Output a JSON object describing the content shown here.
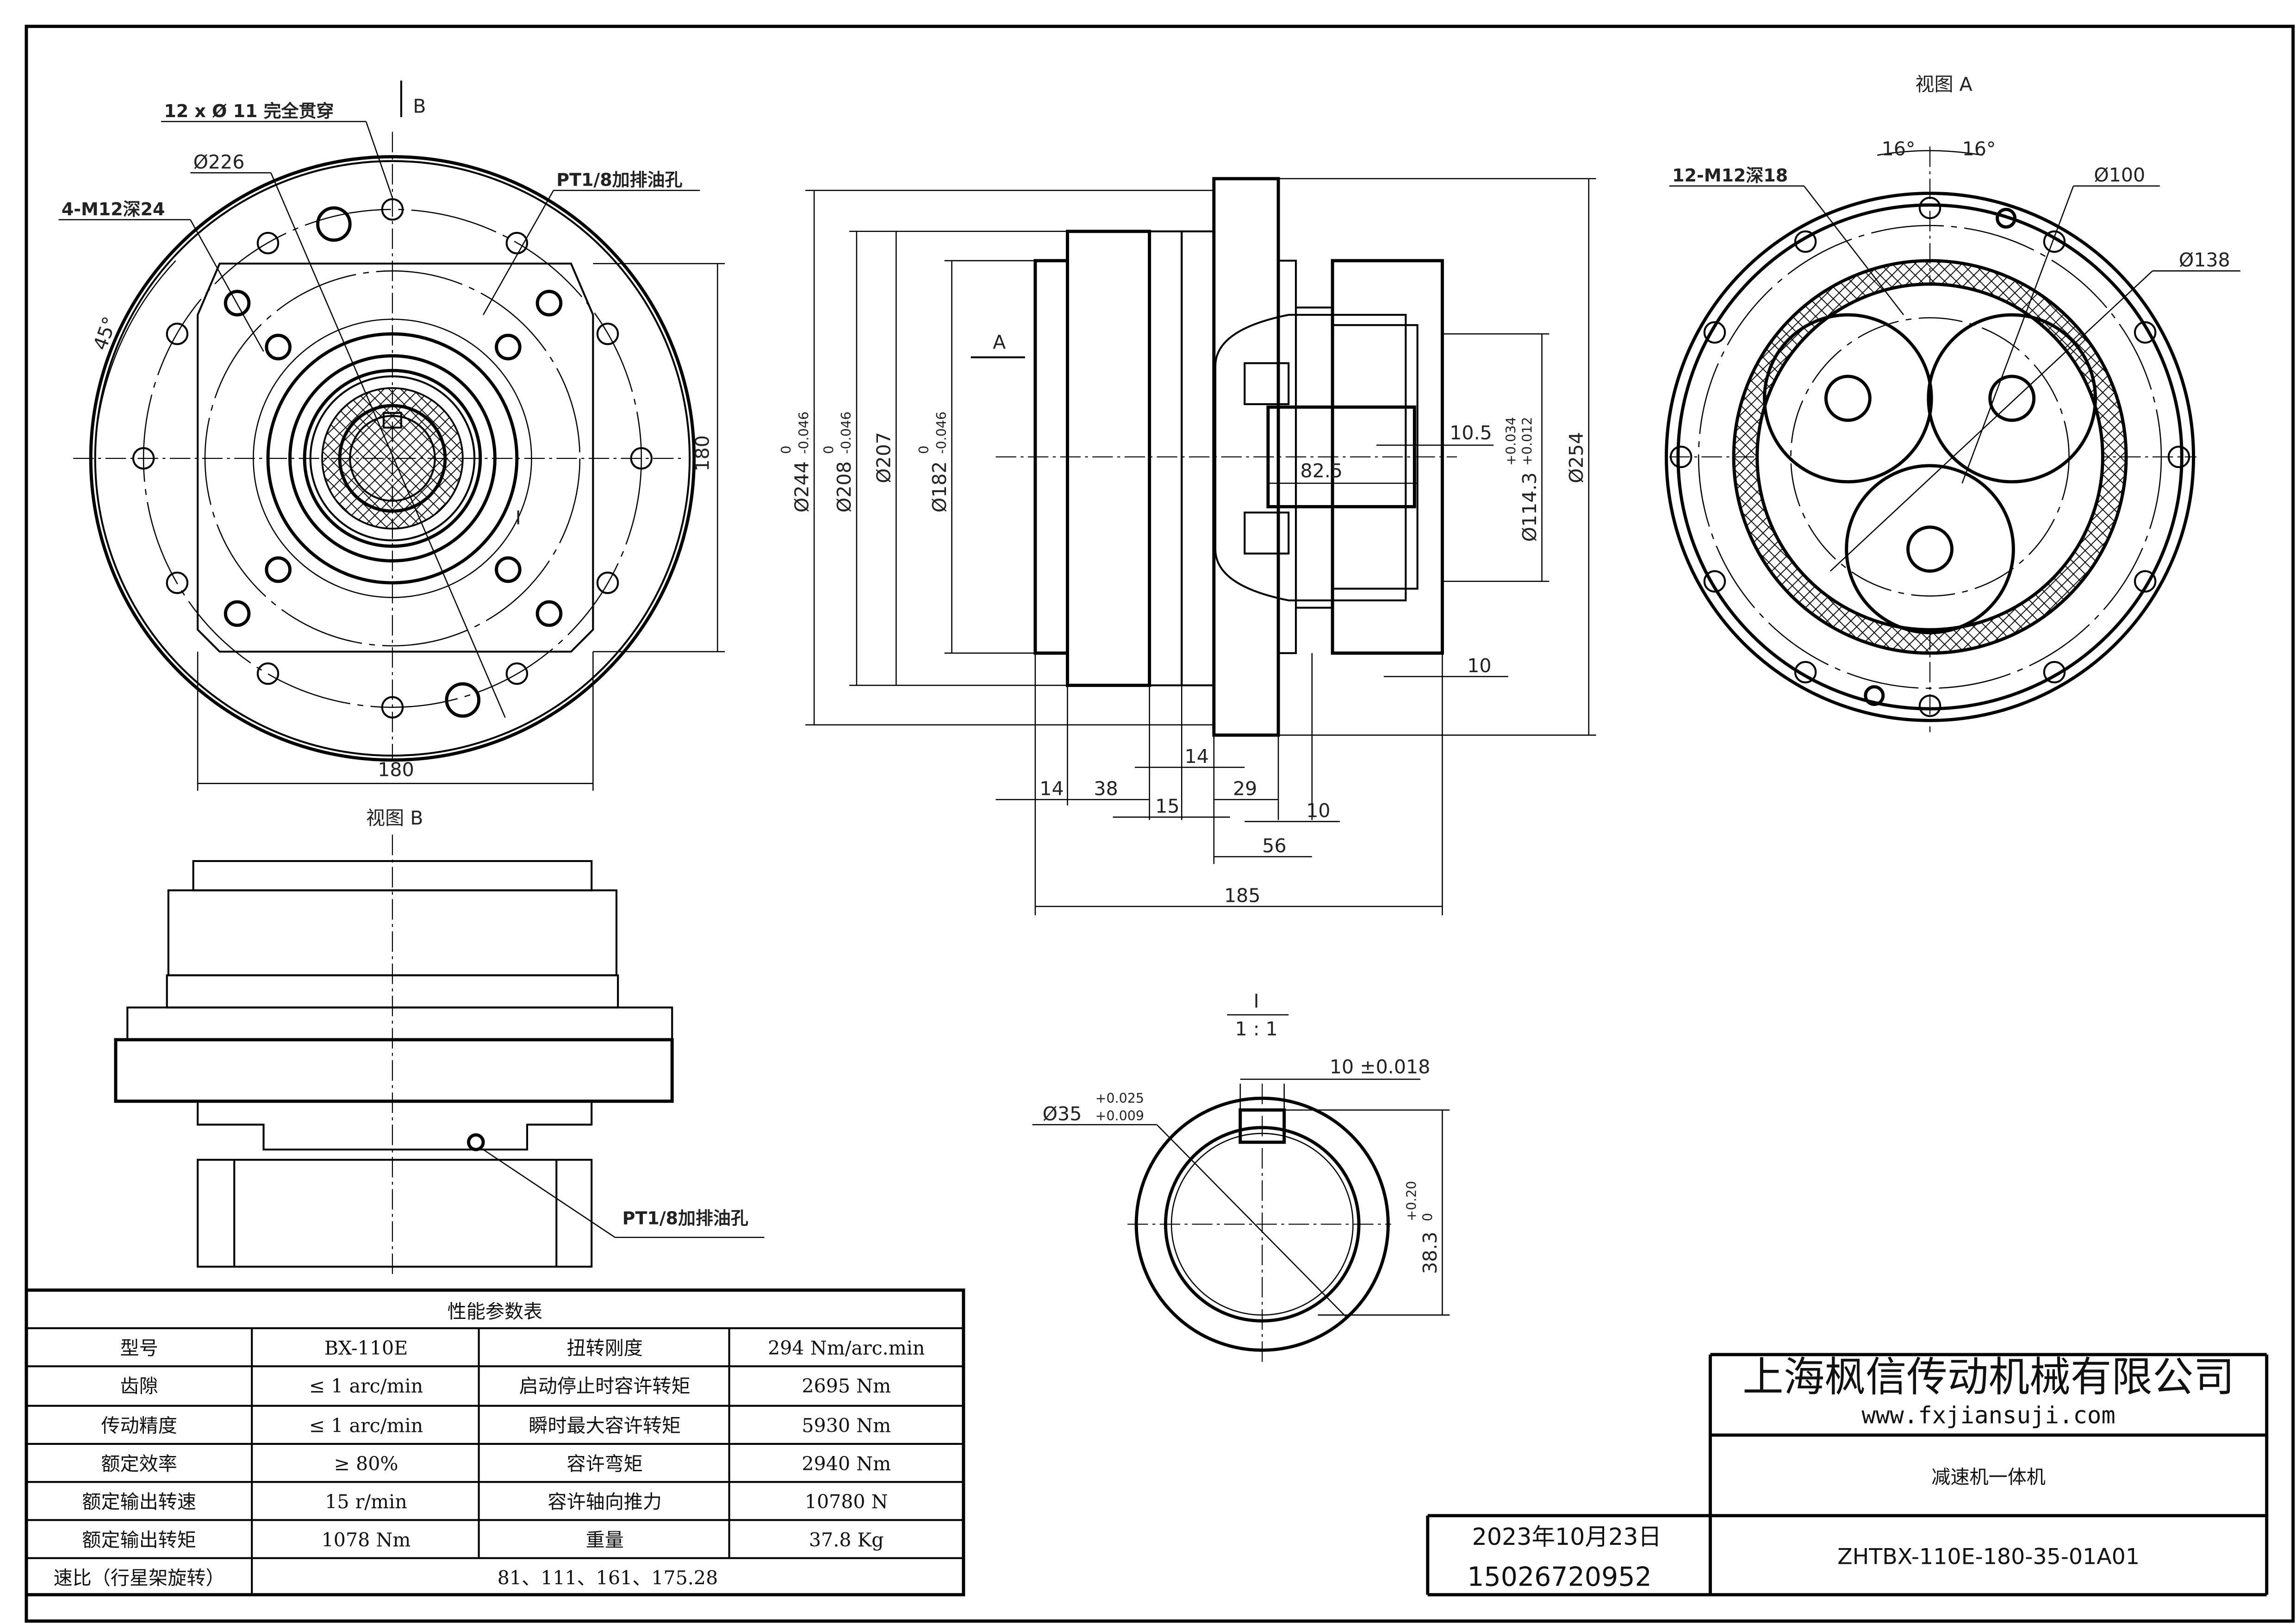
{
  "drawing": {
    "front_view": {
      "callouts": {
        "through_holes": "12 x Ø 11 完全贯穿",
        "bolt_circle": "Ø226",
        "oil_port": "PT1/8加排油孔",
        "tapped_holes": "4-M12深24",
        "angle": "45°",
        "view_arrow": "B",
        "detail_marker": "I"
      },
      "dims": {
        "height": "180",
        "width": "180"
      }
    },
    "view_b": {
      "title": "视图 B",
      "oil_port": "PT1/8加排油孔"
    },
    "side_view": {
      "view_arrow": "A",
      "diameters": {
        "d244": "Ø244",
        "d244_tol_upper": "0",
        "d244_tol_lower": "-0.046",
        "d208": "Ø208",
        "d208_tol_upper": "0",
        "d208_tol_lower": "-0.046",
        "d207": "Ø207",
        "d182": "Ø182",
        "d182_tol_upper": "0",
        "d182_tol_lower": "-0.046",
        "d114": "Ø114.3",
        "d114_tol_upper": "+0.034",
        "d114_tol_lower": "+0.012",
        "d254": "Ø254"
      },
      "lengths": {
        "l10_5": "10.5",
        "l82_5": "82.5",
        "l10_right": "10",
        "l14_a": "14",
        "l38": "38",
        "l14_b": "14",
        "l15": "15",
        "l29": "29",
        "l10_b": "10",
        "l56": "56",
        "l185": "185"
      }
    },
    "view_a": {
      "title": "视图 A",
      "angle_left": "16°",
      "angle_right": "16°",
      "tapped_holes": "12-M12深18",
      "d100": "Ø100",
      "d138": "Ø138"
    },
    "detail_i": {
      "label": "I",
      "scale": "1 : 1",
      "key_width": "10 ±0.018",
      "bore": "Ø35",
      "bore_tol_upper": "+0.025",
      "bore_tol_lower": "+0.009",
      "key_depth": "38.3",
      "key_depth_tol_upper": "+0.20",
      "key_depth_tol_lower": "0"
    }
  },
  "spec_table": {
    "title": "性能参数表",
    "rows": [
      [
        "型号",
        "BX-110E",
        "扭转刚度",
        "294 Nm/arc.min"
      ],
      [
        "齿隙",
        "≤ 1 arc/min",
        "启动停止时容许转矩",
        "2695 Nm"
      ],
      [
        "传动精度",
        "≤ 1 arc/min",
        "瞬时最大容许转矩",
        "5930 Nm"
      ],
      [
        "额定效率",
        "≥ 80%",
        "容许弯矩",
        "2940 Nm"
      ],
      [
        "额定输出转速",
        "15 r/min",
        "容许轴向推力",
        "10780 N"
      ],
      [
        "额定输出转矩",
        "1078 Nm",
        "重量",
        "37.8 Kg"
      ]
    ],
    "ratio_label": "速比（行星架旋转）",
    "ratio_value": "81、111、161、175.28"
  },
  "title_block": {
    "company": "上海枫信传动机械有限公司",
    "website": "www.fxjiansuji.com",
    "product": "减速机一体机",
    "date": "2023年10月23日",
    "phone": "15026720952",
    "drawing_no": "ZHTBX-110E-180-35-01A01"
  },
  "colors": {
    "line": "#000000",
    "paper": "#ffffff",
    "dim_text": "#222222"
  }
}
